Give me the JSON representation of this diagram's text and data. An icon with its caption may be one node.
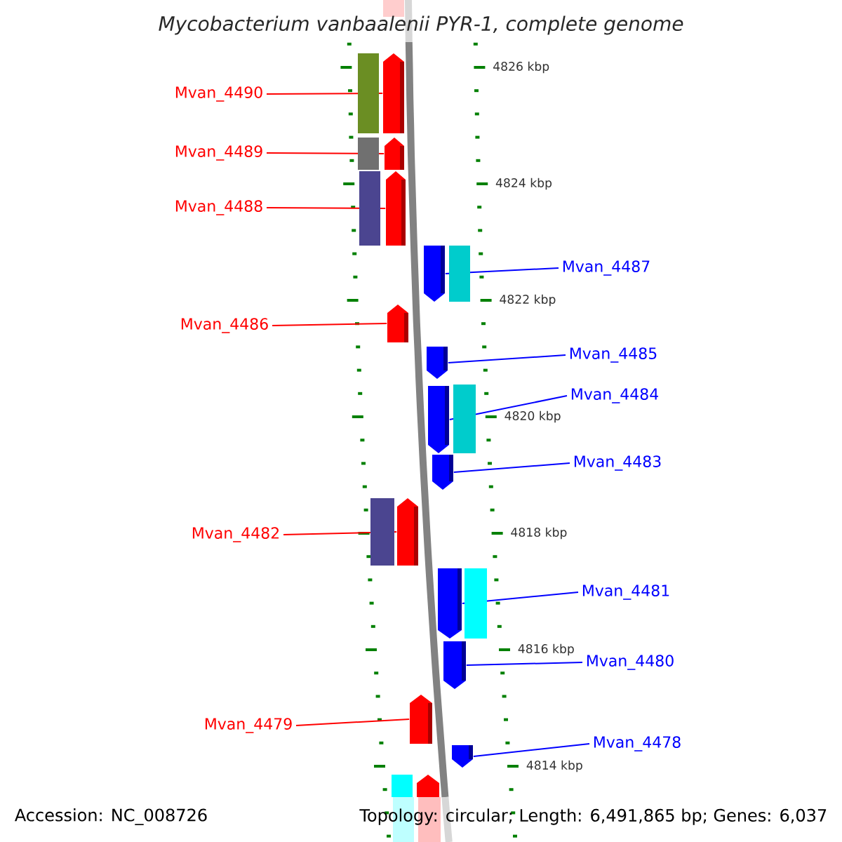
{
  "diagram": {
    "title": "Mycobacterium vanbaalenii PYR-1, complete genome",
    "nodes": [
      {
        "text": [
          "Mvan_4490"
        ]
      },
      {
        "text": [],
        "shape": "bar"
      },
      {
        "text": [
          "Mvan_4489"
        ]
      },
      {
        "text": [],
        "shape": "bar"
      },
      {
        "text": [
          "Mvan_4488"
        ]
      },
      {
        "text": [],
        "shape": "bar"
      },
      {
        "text": [
          "Mvan_4487"
        ]
      },
      {
        "text": [],
        "shape": "bar"
      },
      {
        "text": [
          "Mvan_4486"
        ]
      },
      {
        "text": [],
        "shape": "bar"
      },
      {
        "text": [
          "Mvan_4485"
        ]
      },
      {
        "text": [],
        "shape": "bar"
      },
      {
        "text": [
          "Mvan_4484"
        ]
      },
      {
        "text": [],
        "shape": "bar"
      },
      {
        "text": [
          "Mvan_4483"
        ]
      },
      {
        "text": [],
        "shape": "bar"
      },
      {
        "text": [
          "Mvan_4482"
        ]
      },
      {
        "text": [],
        "shape": "bar"
      },
      {
        "text": [
          "Mvan_4481"
        ]
      },
      {
        "text": [],
        "shape": "bar"
      },
      {
        "text": [
          "Mvan_4480"
        ]
      },
      {
        "text": [],
        "shape": "bar"
      },
      {
        "text": [
          "Mvan_4479"
        ]
      },
      {
        "text": [],
        "shape": "bar"
      },
      {
        "text": [
          "Mvan_4478"
        ]
      },
      {
        "text": [],
        "shape": "bar"
      }
    ],
    "edges": [
      {
        "from": 0,
        "to": 1,
        "arrow": "none",
        "color": "#ff0000"
      },
      {
        "from": 2,
        "to": 3,
        "arrow": "none",
        "color": "#ff0000"
      },
      {
        "from": 4,
        "to": 5,
        "arrow": "none",
        "color": "#ff0000"
      },
      {
        "from": 6,
        "to": 7,
        "arrow": "none"
      },
      {
        "from": 8,
        "to": 9,
        "arrow": "none",
        "color": "#ff0000"
      },
      {
        "from": 10,
        "to": 11,
        "arrow": "none"
      },
      {
        "from": 12,
        "to": 13,
        "arrow": "none"
      },
      {
        "from": 14,
        "to": 15,
        "arrow": "none"
      },
      {
        "from": 16,
        "to": 17,
        "arrow": "none",
        "color": "#ff0000"
      },
      {
        "from": 18,
        "to": 19,
        "arrow": "none"
      },
      {
        "from": 20,
        "to": 21,
        "arrow": "none"
      },
      {
        "from": 22,
        "to": 23,
        "arrow": "none",
        "color": "#ff0000"
      },
      {
        "from": 24,
        "to": 25,
        "arrow": "none"
      }
    ],
    "labels": [
      "4826 kbp",
      "4824 kbp",
      "4822 kbp",
      "4820 kbp",
      "4818 kbp",
      "4816 kbp",
      "4814 kbp",
      "Accession: NC_008726",
      "Topology: circular; Length: 6,491,865 bp; Genes: 6,037"
    ]
  }
}
